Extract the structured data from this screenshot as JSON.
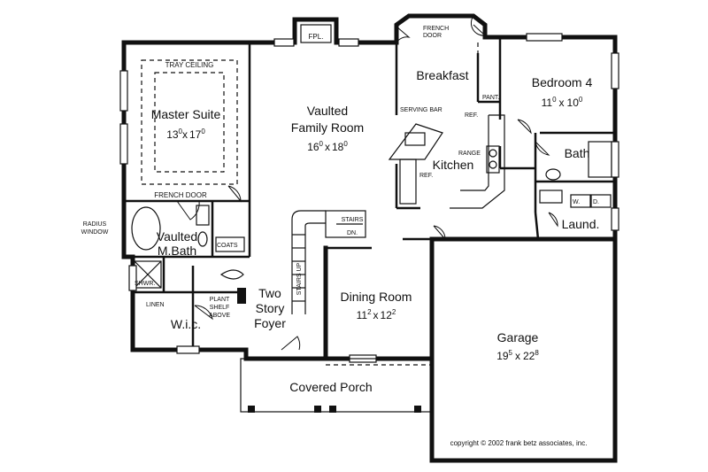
{
  "rooms": {
    "master_suite": {
      "name": "Master Suite",
      "dim_w": "13",
      "dim_w_sup": "0",
      "dim_l": "17",
      "dim_l_sup": "0",
      "sep": "x"
    },
    "family_room": {
      "name1": "Vaulted",
      "name2": "Family Room",
      "dim_w": "16",
      "dim_w_sup": "0",
      "dim_l": "18",
      "dim_l_sup": "0",
      "sep": "x"
    },
    "breakfast": {
      "name": "Breakfast"
    },
    "bedroom4": {
      "name": "Bedroom 4",
      "dim_w": "11",
      "dim_w_sup": "0",
      "dim_l": "10",
      "dim_l_sup": "0",
      "sep": "x"
    },
    "kitchen": {
      "name": "Kitchen"
    },
    "bath": {
      "name": "Bath"
    },
    "laundry": {
      "name": "Laund."
    },
    "master_bath": {
      "name1": "Vaulted",
      "name2": "M.Bath"
    },
    "foyer": {
      "name1": "Two",
      "name2": "Story",
      "name3": "Foyer"
    },
    "dining_room": {
      "name": "Dining Room",
      "dim_w": "11",
      "dim_w_sup": "2",
      "dim_l": "12",
      "dim_l_sup": "2",
      "sep": "x"
    },
    "garage": {
      "name": "Garage",
      "dim_w": "19",
      "dim_w_sup": "5",
      "dim_l": "22",
      "dim_l_sup": "8",
      "sep": "x"
    },
    "covered_porch": {
      "name": "Covered Porch"
    },
    "wic": {
      "name": "W.i.c."
    }
  },
  "labels": {
    "tray_ceiling": "TRAY CEILING",
    "french_door_master": "FRENCH DOOR",
    "french_door_top1": "FRENCH",
    "french_door_top2": "DOOR",
    "fireplace": "FPL.",
    "serving_bar": "SERVING BAR",
    "ref_bar": "REF.",
    "ref_kitchen": "REF.",
    "range": "RANGE",
    "pantry": "PANT.",
    "washer": "W.",
    "dryer": "D.",
    "coats": "COATS",
    "radius_window1": "RADIUS",
    "radius_window2": "WINDOW",
    "shower": "SHWR.",
    "linen": "LINEN",
    "plant_shelf1": "PLANT",
    "plant_shelf2": "SHELF",
    "plant_shelf3": "ABOVE",
    "stairs_down1": "STAIRS",
    "stairs_down2": "DN.",
    "stairs_up": "STAIRS UP"
  },
  "copyright": "copyright © 2002 frank betz associates, inc."
}
